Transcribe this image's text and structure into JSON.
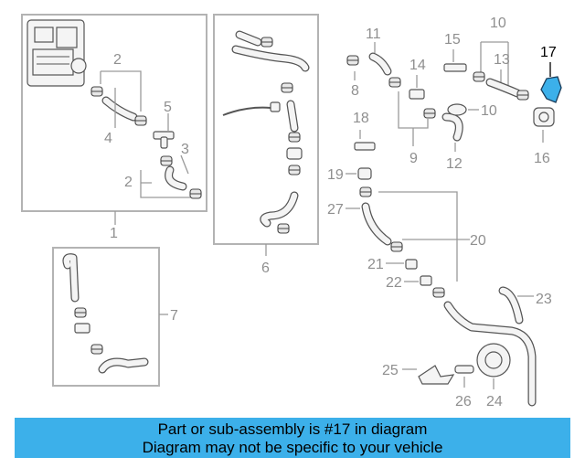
{
  "callouts": {
    "c1": "1",
    "c2a": "2",
    "c2b": "2",
    "c3": "3",
    "c4": "4",
    "c5": "5",
    "c6": "6",
    "c7": "7",
    "c8": "8",
    "c9": "9",
    "c10a": "10",
    "c10b": "10",
    "c11": "11",
    "c12": "12",
    "c13": "13",
    "c14": "14",
    "c15": "15",
    "c16": "16",
    "c17": "17",
    "c18": "18",
    "c19": "19",
    "c20": "20",
    "c21": "21",
    "c22": "22",
    "c23": "23",
    "c24": "24",
    "c25": "25",
    "c26": "26",
    "c27": "27"
  },
  "highlight": {
    "part_number": "17",
    "color": "#3cb0ea"
  },
  "banner": {
    "line1": "Part or sub-assembly is #17 in diagram",
    "line2": "Diagram may not be specific to your vehicle",
    "background": "#3cb0ea"
  }
}
